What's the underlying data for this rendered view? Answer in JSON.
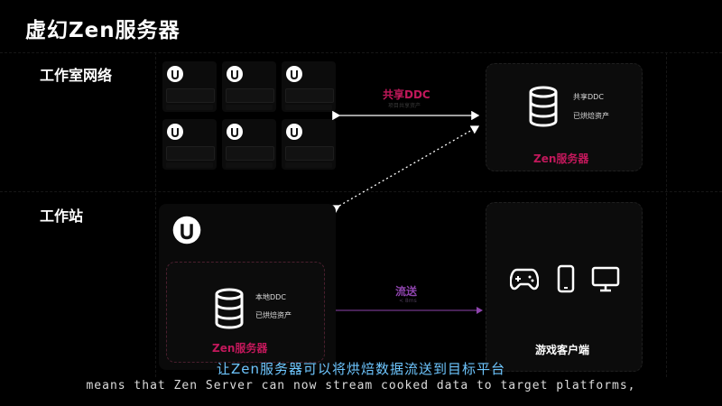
{
  "slide": {
    "title": "虚幻Zen服务器",
    "sections": {
      "studio": "工作室网络",
      "workstation": "工作站"
    }
  },
  "shared_server": {
    "item1": "共享DDC",
    "item2": "已烘焙资产",
    "name": "Zen服务器"
  },
  "connection_top": {
    "label": "共享DDC",
    "sublabel": "项目共享资产"
  },
  "connection_stream": {
    "label": "流送",
    "sublabel": "< 8ms"
  },
  "local_server": {
    "item1": "本地DDC",
    "item2": "已烘焙资产",
    "name": "Zen服务器"
  },
  "client": {
    "label": "游戏客户端"
  },
  "subtitles": {
    "cn": "让Zen服务器可以将烘焙数据流送到目标平台",
    "en": "means that Zen Server can now stream cooked data to target platforms,"
  },
  "colors": {
    "accent": "#c2185b",
    "stream": "#8e44ad",
    "subtitle": "#6ec6ff"
  },
  "icons": [
    "unreal-logo-icon",
    "database-icon",
    "gamepad-icon",
    "phone-icon",
    "monitor-icon"
  ]
}
